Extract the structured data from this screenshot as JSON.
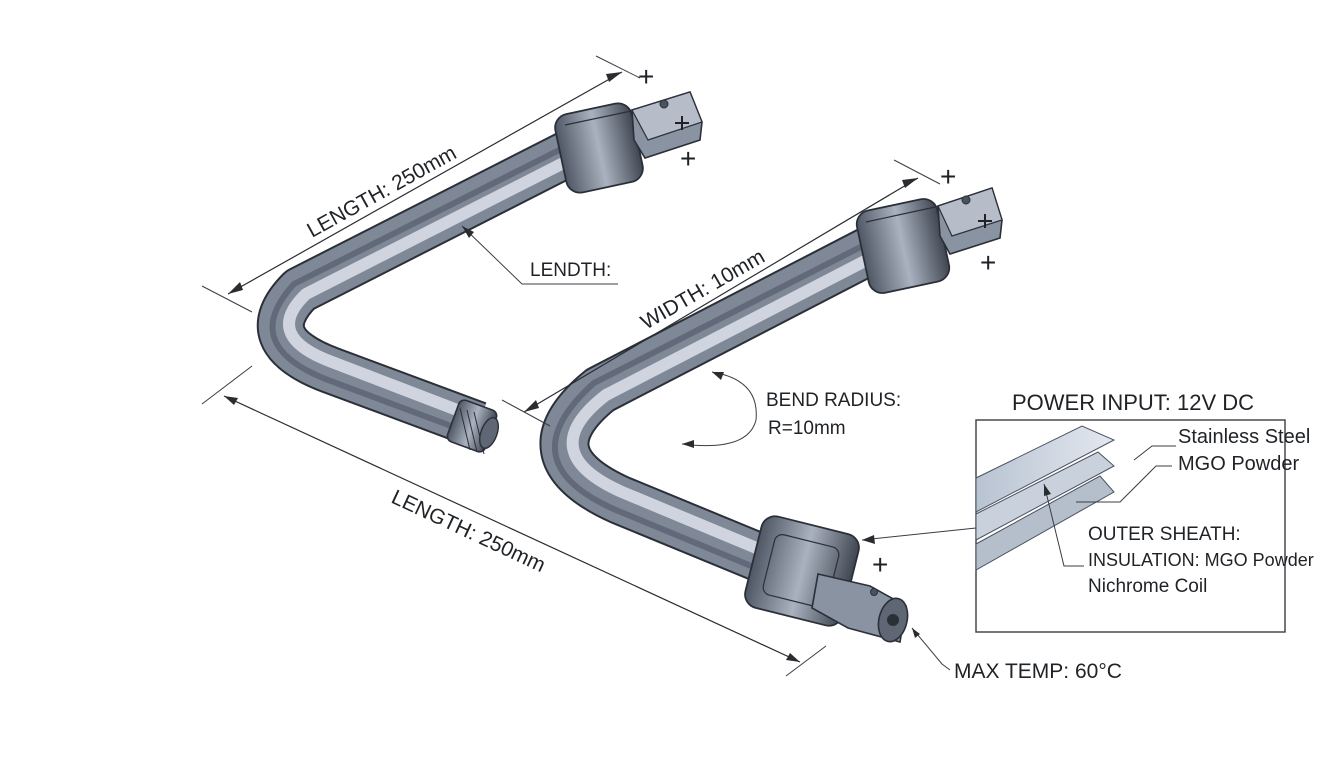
{
  "labels": {
    "length_top": "LENGTH: 250mm",
    "lendth": "LENDTH:",
    "width": "WIDTH: 10mm",
    "bend_radius": "BEND RADIUS:",
    "bend_value": "R=10mm",
    "length_bottom": "LENGTH: 250mm",
    "max_temp": "MAX TEMP: 60°C",
    "power_input": "POWER INPUT: 12V DC"
  },
  "inset": {
    "layer1": "Stainless Steel",
    "layer2": "MGO Powder",
    "outer_sheath": "OUTER SHEATH:",
    "insulation": "INSULATION: MGO Powder",
    "coil": "Nichrome Coil"
  },
  "terminal_symbol": "+",
  "colors": {
    "tube_dark": "#4a5260",
    "tube_mid": "#8a93a2",
    "tube_light": "#d9dee6",
    "outline": "#2b3038",
    "layer_fill": "#c9d1dc"
  }
}
